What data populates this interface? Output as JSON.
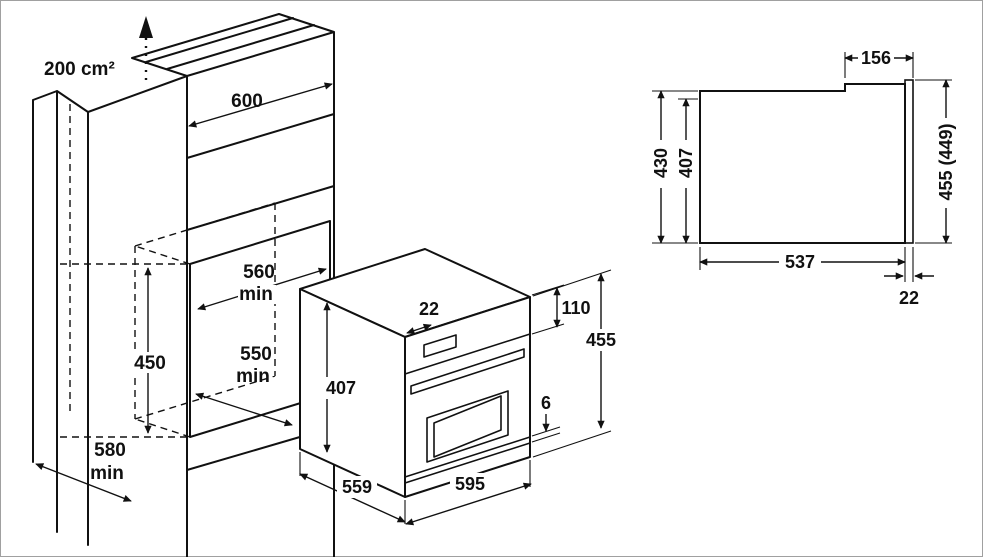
{
  "figure": {
    "background": "#ffffff",
    "line_color": "#111111",
    "border_color": "#a0a0a0"
  },
  "cabinet": {
    "vent_area": "200 cm²",
    "width": "600",
    "niche_width": "560",
    "niche_width_min": "min",
    "niche_depth": "550",
    "niche_depth_min": "min",
    "niche_height": "450",
    "depth": "580",
    "depth_min": "min"
  },
  "oven": {
    "fascia_gap": "22",
    "panel_height": "110",
    "total_height": "455",
    "door_gap": "6",
    "body_height": "407",
    "depth": "559",
    "width": "595"
  },
  "side_view": {
    "panel_depth": "156",
    "rear_height": "430",
    "cavity_height": "407",
    "front_height": "455 (449)",
    "body_depth": "537",
    "door_thickness": "22"
  }
}
